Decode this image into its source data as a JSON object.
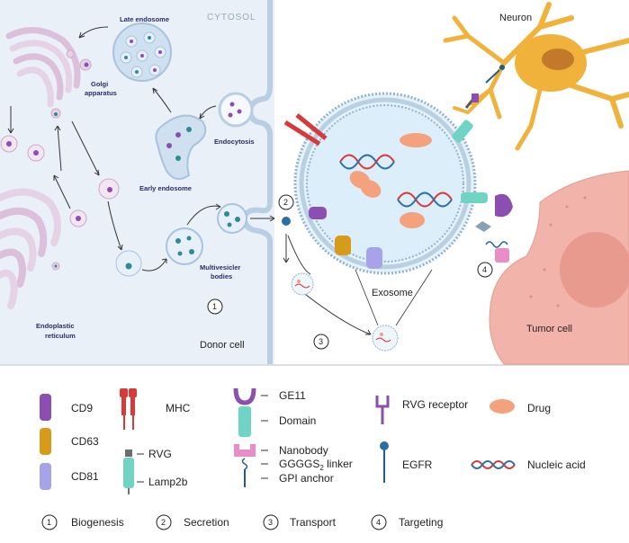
{
  "regions": {
    "cytosol": "CYTOSOL",
    "donor_cell": "Donor cell",
    "neuron": "Neuron",
    "tumor_cell": "Tumor cell",
    "exosome": "Exosome"
  },
  "organelles": {
    "late_endosome": "Late endosome",
    "golgi_line1": "Golgi",
    "golgi_line2": "apparatus",
    "endocytosis": "Endocytosis",
    "early_endosome": "Early endosome",
    "mvb_line1": "Multivesicler",
    "mvb_line2": "bodies",
    "er_line1": "Endoplastic",
    "er_line2": "reticulum"
  },
  "steps": [
    {
      "num": "1",
      "label": "Biogenesis"
    },
    {
      "num": "2",
      "label": "Secretion"
    },
    {
      "num": "3",
      "label": "Transport"
    },
    {
      "num": "4",
      "label": "Targeting"
    }
  ],
  "legend": {
    "cd9": "CD9",
    "cd63": "CD63",
    "cd81": "CD81",
    "mhc": "MHC",
    "rvg": "RVG",
    "lamp2b": "Lamp2b",
    "ge11": "GE11",
    "domain": "Domain",
    "nanobody": "Nanobody",
    "linker_main": "GGGGS",
    "linker_sub": "2",
    "linker_rest": " linker",
    "gpi": "GPI anchor",
    "rvg_receptor": "RVG receptor",
    "egfr": "EGFR",
    "drug": "Drug",
    "nucleic_acid": "Nucleic acid"
  },
  "colors": {
    "cytosol_bg": "#e9f0f8",
    "membrane": "#b9cde3",
    "golgi": "#e6d2e6",
    "neuron": "#f0b23a",
    "tumor": "#f2b3aa",
    "cd9": "#8a4fb1",
    "cd63": "#d79b1b",
    "cd81": "#a7a3e8",
    "mhc": "#d63a3a",
    "lamp2b": "#6fd4c4",
    "drug": "#f3a27d",
    "egfr": "#1f5f8b"
  }
}
